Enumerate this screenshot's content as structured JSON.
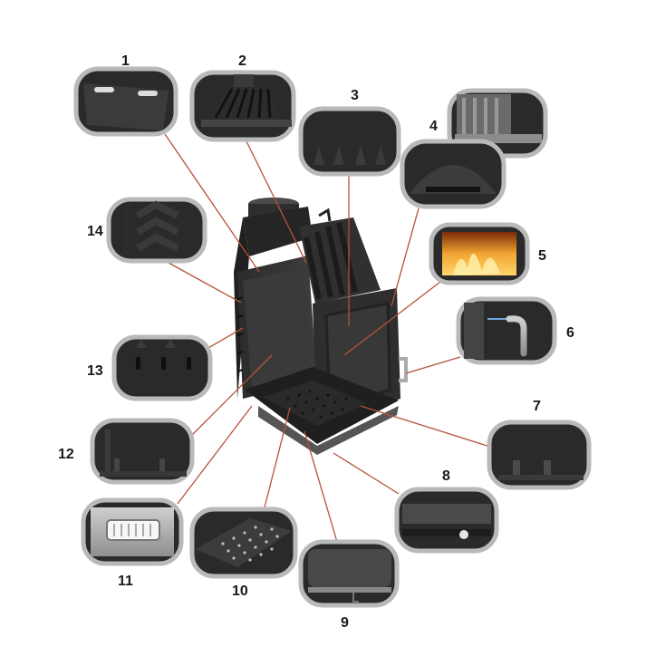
{
  "parts": [
    {
      "id": 1,
      "label": "1",
      "name": "top-deflector-plate"
    },
    {
      "id": 2,
      "label": "2",
      "name": "flue-collar-heat-exchanger"
    },
    {
      "id": 3,
      "label": "3",
      "name": "rear-wall-lining"
    },
    {
      "id": 4,
      "label": "4",
      "name": "door-top-detail"
    },
    {
      "id": 5,
      "label": "5",
      "name": "glass-window-fire"
    },
    {
      "id": 6,
      "label": "6",
      "name": "door-handle"
    },
    {
      "id": 7,
      "label": "7",
      "name": "firebox-floor-bars"
    },
    {
      "id": 8,
      "label": "8",
      "name": "air-regulator"
    },
    {
      "id": 9,
      "label": "9",
      "name": "ash-pan"
    },
    {
      "id": 10,
      "label": "10",
      "name": "grate-plate"
    },
    {
      "id": 11,
      "label": "11",
      "name": "handle-fixture"
    },
    {
      "id": 12,
      "label": "12",
      "name": "side-wall-lining"
    },
    {
      "id": 13,
      "label": "13",
      "name": "air-slots-panel"
    },
    {
      "id": 14,
      "label": "14",
      "name": "ribbed-heat-exchanger"
    }
  ],
  "colors": {
    "leader": "#b5523a",
    "bubble_border": "#b9b9b9",
    "body_dark": "#2b2b2b",
    "body_mid": "#3a3a3a",
    "fire": "#f2a533"
  }
}
